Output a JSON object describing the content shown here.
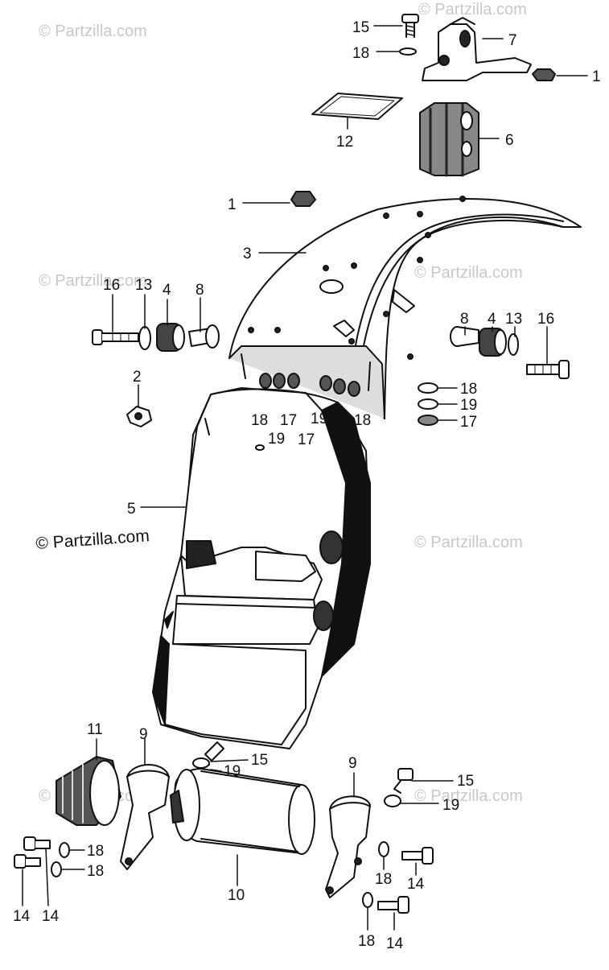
{
  "watermark": "© Partzilla.com",
  "callouts": [
    {
      "id": "c15a",
      "label": "15"
    },
    {
      "id": "c18a",
      "label": "18"
    },
    {
      "id": "c7",
      "label": "7"
    },
    {
      "id": "c1a",
      "label": "1"
    },
    {
      "id": "c12",
      "label": "12"
    },
    {
      "id": "c6",
      "label": "6"
    },
    {
      "id": "c1b",
      "label": "1"
    },
    {
      "id": "c3",
      "label": "3"
    },
    {
      "id": "c16a",
      "label": "16"
    },
    {
      "id": "c13a",
      "label": "13"
    },
    {
      "id": "c4a",
      "label": "4"
    },
    {
      "id": "c8a",
      "label": "8"
    },
    {
      "id": "c8b",
      "label": "8"
    },
    {
      "id": "c4b",
      "label": "4"
    },
    {
      "id": "c13b",
      "label": "13"
    },
    {
      "id": "c16b",
      "label": "16"
    },
    {
      "id": "c2",
      "label": "2"
    },
    {
      "id": "c18b",
      "label": "18"
    },
    {
      "id": "c19a",
      "label": "19"
    },
    {
      "id": "c17a",
      "label": "17"
    },
    {
      "id": "c18c",
      "label": "18"
    },
    {
      "id": "c19b",
      "label": "19"
    },
    {
      "id": "c17b",
      "label": "17"
    },
    {
      "id": "c19c",
      "label": "19"
    },
    {
      "id": "c17c",
      "label": "17"
    },
    {
      "id": "c18d",
      "label": "18"
    },
    {
      "id": "c5",
      "label": "5"
    },
    {
      "id": "c11",
      "label": "11"
    },
    {
      "id": "c9a",
      "label": "9"
    },
    {
      "id": "c15b",
      "label": "15"
    },
    {
      "id": "c19d",
      "label": "19"
    },
    {
      "id": "c9b",
      "label": "9"
    },
    {
      "id": "c15c",
      "label": "15"
    },
    {
      "id": "c19e",
      "label": "19"
    },
    {
      "id": "c18e",
      "label": "18"
    },
    {
      "id": "c18f",
      "label": "18"
    },
    {
      "id": "c10",
      "label": "10"
    },
    {
      "id": "c18g",
      "label": "18"
    },
    {
      "id": "c14a",
      "label": "14"
    },
    {
      "id": "c14b",
      "label": "14"
    },
    {
      "id": "c14c",
      "label": "14"
    },
    {
      "id": "c18h",
      "label": "18"
    },
    {
      "id": "c14d",
      "label": "14"
    }
  ]
}
